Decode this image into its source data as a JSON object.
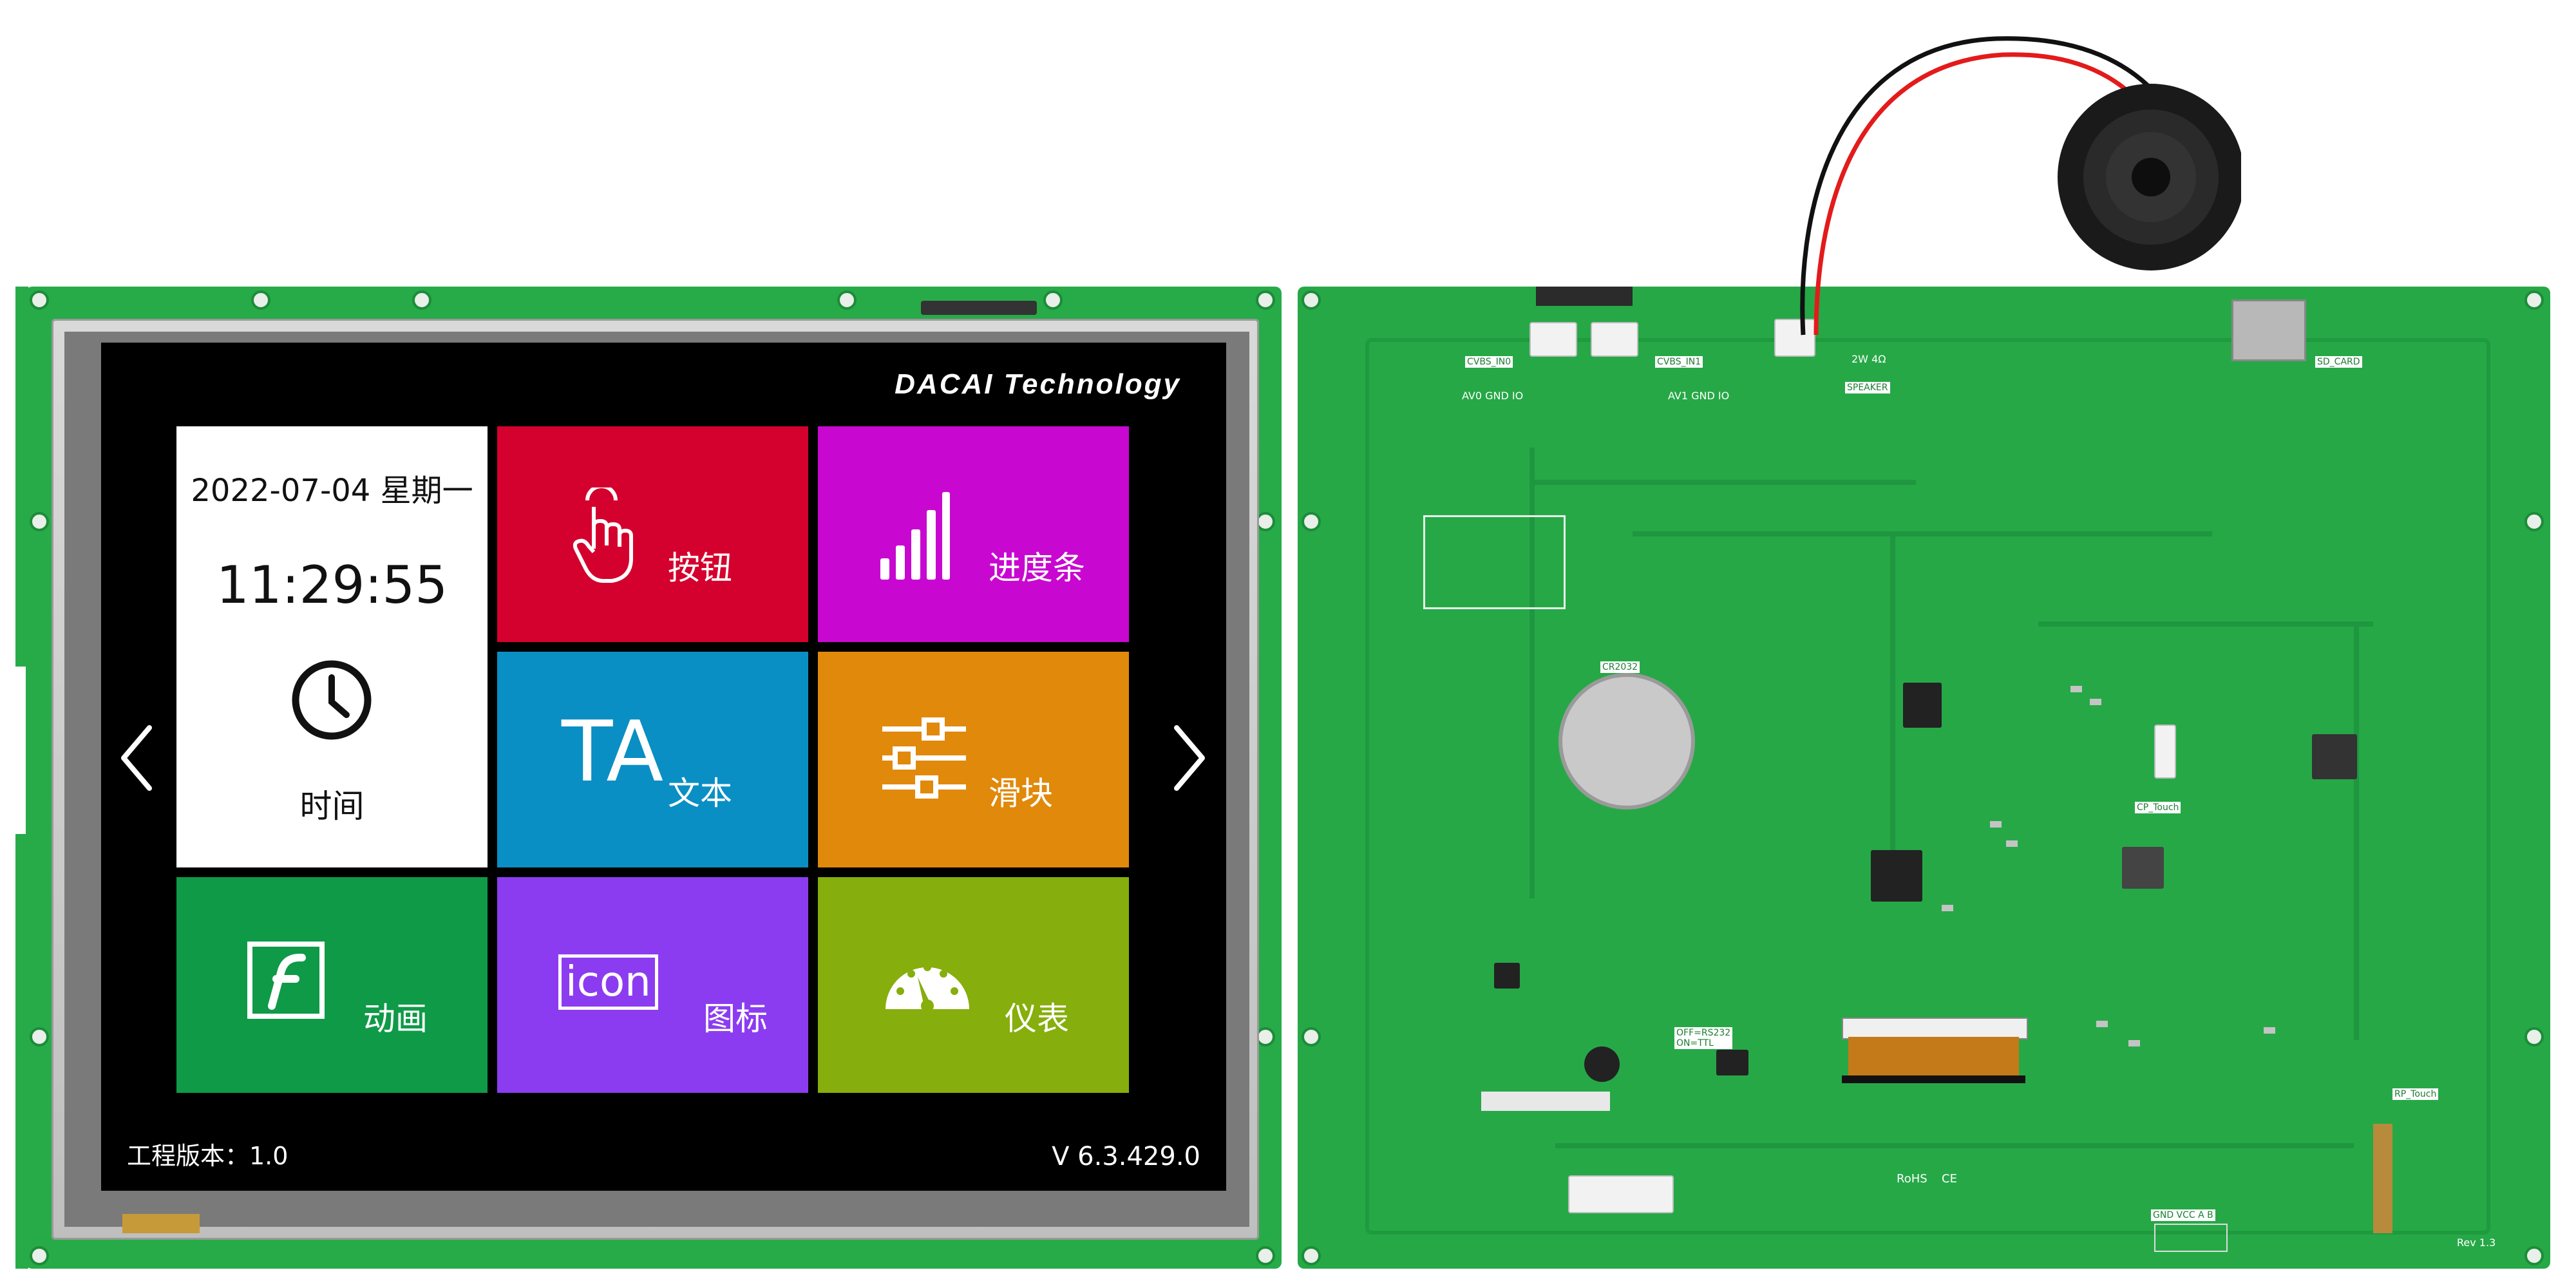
{
  "screen": {
    "brand": "DACAI  Technology",
    "datetime": {
      "date": "2022-07-04 星期一",
      "time": "11:29:55",
      "label": "时间"
    },
    "tiles": [
      {
        "id": "button",
        "label": "按钮",
        "color": "#d4002d",
        "icon": "touch-hand-icon"
      },
      {
        "id": "progress",
        "label": "进度条",
        "color": "#c808d0",
        "icon": "signal-bars-icon"
      },
      {
        "id": "text",
        "label": "文本",
        "icon_text": "TA",
        "color": "#0a8fc4",
        "icon": "text-icon"
      },
      {
        "id": "slider",
        "label": "滑块",
        "color": "#e0890a",
        "icon": "sliders-icon"
      },
      {
        "id": "animation",
        "label": "动画",
        "color": "#0f9a48",
        "icon": "flash-icon"
      },
      {
        "id": "icon",
        "label": "图标",
        "icon_text": "icon",
        "color": "#8c3cf0",
        "icon": "icon-frame-icon"
      },
      {
        "id": "gauge",
        "label": "仪表",
        "color": "#86ae0c",
        "icon": "gauge-icon"
      }
    ],
    "footer_left": "工程版本：1.0",
    "footer_right": "V  6.3.429.0",
    "nav": {
      "prev": "prev-arrow-icon",
      "next": "next-arrow-icon"
    }
  },
  "board": {
    "labels": {
      "cvbs_in0": "CVBS_IN0",
      "cvbs_in1": "CVBS_IN1",
      "av0": "AV0 GND IO",
      "av1": "AV1 GND IO",
      "speaker_spec": "2W 4Ω",
      "speaker": "SPEAKER",
      "sd_card": "SD_CARD",
      "battery": "CR2032",
      "cp_touch": "CP_Touch",
      "rp_touch": "RP_Touch",
      "uart": "OFF=RS232\nON=TTL",
      "power_pins": "GND VCC A  B",
      "rev": "Rev 1.3",
      "rohs": "RoHS",
      "ce": "CE"
    }
  },
  "colors": {
    "pcb_green": "#27ab48",
    "screen_bg": "#000000",
    "wire_red": "#e31b1b",
    "wire_black": "#111111"
  }
}
